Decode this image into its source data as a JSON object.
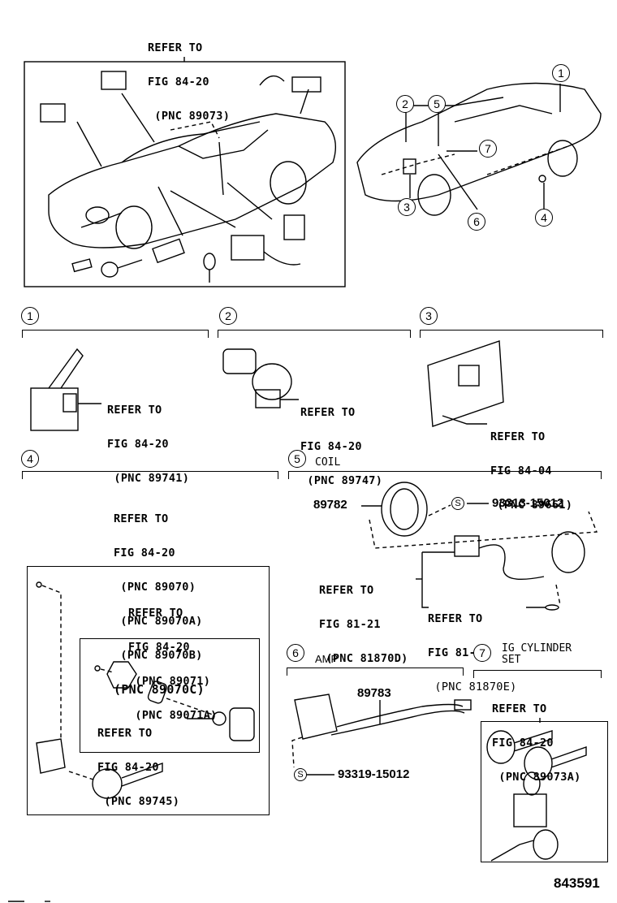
{
  "overview": {
    "top_ref": [
      "REFER TO",
      "FIG 84-20",
      " (PNC 89073)"
    ],
    "location_callouts": [
      "1",
      "2",
      "3",
      "4",
      "5",
      "6",
      "7"
    ]
  },
  "sections": [
    {
      "num": "1",
      "title": "",
      "ref": [
        "REFER TO",
        "FIG 84-20",
        " (PNC 89741)"
      ]
    },
    {
      "num": "2",
      "title": "",
      "ref": [
        "REFER TO",
        "FIG 84-20",
        " (PNC 89747)"
      ]
    },
    {
      "num": "3",
      "title": "",
      "ref": [
        "REFER TO",
        "FIG 84-04",
        " (PNC 89661)"
      ]
    },
    {
      "num": "4",
      "title": "",
      "ref": [
        "REFER TO",
        "FIG 84-20",
        " (PNC 89070)",
        " (PNC 89070A)",
        " (PNC 89070B)",
        "(PNC 89070C)"
      ],
      "inner_ref": [
        "REFER TO",
        "FIG 84-20",
        " (PNC 89071)",
        " (PNC 89071A)"
      ],
      "inner_sub_ref": [
        "REFER TO",
        "FIG 84-20",
        " (PNC 89745)"
      ]
    },
    {
      "num": "5",
      "title": "COIL",
      "part_number": "89782",
      "screw_symbol": "S",
      "screw_part": "93313-15012",
      "ref_a": [
        "REFER TO",
        "FIG 81-21",
        " (PNC 81870D)"
      ],
      "ref_b": [
        "REFER TO",
        "FIG 81-21",
        " (PNC 81870E)"
      ]
    },
    {
      "num": "6",
      "title": "AMP",
      "part_number": "89783",
      "screw_symbol": "S",
      "screw_part": "93319-15012"
    },
    {
      "num": "7",
      "title": "IG CYLINDER\nSET",
      "ref": [
        "REFER TO",
        "FIG 84-20",
        " (PNC 89073A)"
      ]
    }
  ],
  "figure_number": "843591"
}
